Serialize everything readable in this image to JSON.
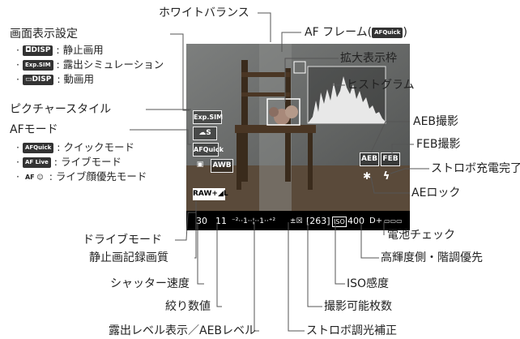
{
  "callouts": {
    "white_balance": "ホワイトバランス",
    "af_frame": "AF フレーム(",
    "af_frame_quick_icon": "AFQuick",
    "af_frame_close": ")",
    "magnify_frame": "拡大表示枠",
    "histogram": "ヒストグラム",
    "aeb": "AEB撮影",
    "feb": "FEB撮影",
    "flash_ready": "ストロボ充電完了",
    "ae_lock": "AEロック",
    "battery": "電池チェック",
    "highlight_tone": "高輝度側・階調優先",
    "iso": "ISO感度",
    "shots_remaining": "撮影可能枚数",
    "flash_comp": "ストロボ調光補正",
    "exposure_level": "露出レベル表示／AEBレベル",
    "aperture": "絞り数値",
    "shutter": "シャッター速度",
    "image_quality": "静止画記録画質",
    "drive_mode": "ドライブモード",
    "picture_style": "ピクチャースタイル",
    "screen_display": "画面表示設定",
    "af_mode": "AFモード"
  },
  "screen_display_items": [
    {
      "icon": "◘DISP",
      "text": ": 静止画用"
    },
    {
      "icon": "Exp.SIM",
      "text": ": 露出シミュレーション"
    },
    {
      "icon": "▭DISP",
      "text": ": 動画用"
    }
  ],
  "af_mode_items": [
    {
      "icon": "AFQuick",
      "text": ": クイックモード"
    },
    {
      "icon": "AF Live",
      "text": ": ライブモード"
    },
    {
      "icon": "AF ☺",
      "text": ": ライブ顔優先モード"
    }
  ],
  "screen_icons": {
    "exp_sim": "Exp.SIM",
    "picture_style": "☁S",
    "af_quick": "AFQuick",
    "drive": "▣",
    "awb": "AWB",
    "aeb": "AEB",
    "feb": "FEB",
    "quality": "RAW+◢L",
    "ae_lock": "✱",
    "flash_ready": "ϟ"
  },
  "info_bar": {
    "shutter": "30",
    "aperture": "11",
    "exposure_scale": "⁻²··1··¦··1··⁺²",
    "flash_comp_icon": "±☒",
    "shots": "[263]",
    "iso_icon": "ISO",
    "iso": "400",
    "highlight": "D+",
    "battery": "▭▭▭"
  }
}
